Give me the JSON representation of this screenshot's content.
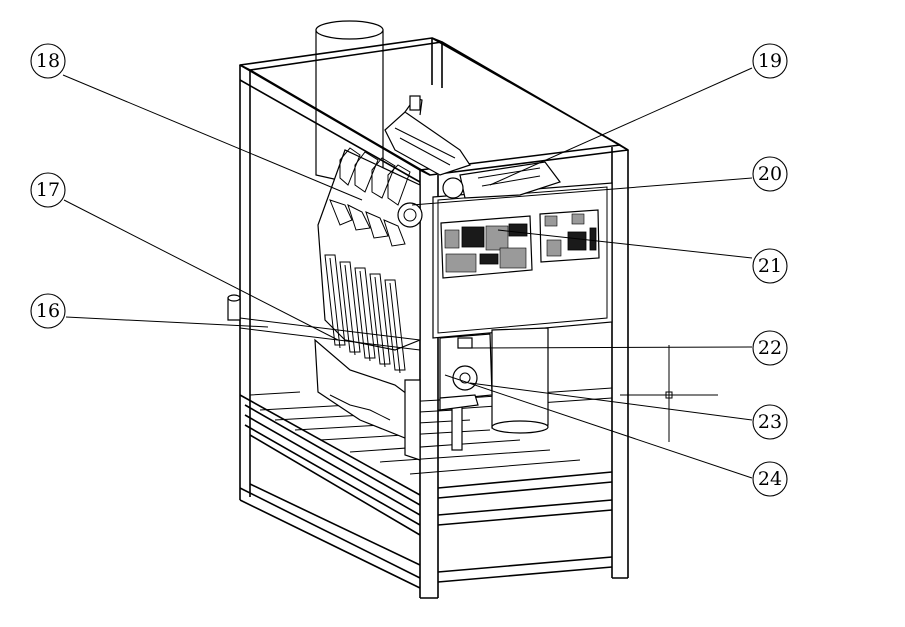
{
  "callouts": [
    {
      "id": "c16",
      "label": "16"
    },
    {
      "id": "c17",
      "label": "17"
    },
    {
      "id": "c18",
      "label": "18"
    },
    {
      "id": "c19",
      "label": "19"
    },
    {
      "id": "c20",
      "label": "20"
    },
    {
      "id": "c21",
      "label": "21"
    },
    {
      "id": "c22",
      "label": "22"
    },
    {
      "id": "c23",
      "label": "23"
    },
    {
      "id": "c24",
      "label": "24"
    }
  ]
}
